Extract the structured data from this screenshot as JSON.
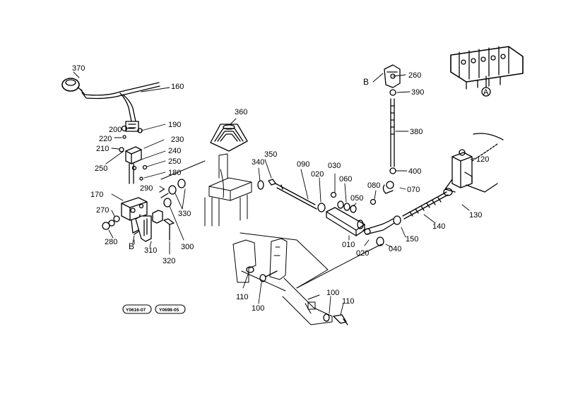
{
  "diagram": {
    "ink_color": "#000000",
    "background": "#ffffff",
    "part_labels": {
      "p370": "370",
      "p160": "160",
      "p190": "190",
      "p200": "200",
      "p220": "220",
      "p230": "230",
      "p210": "210",
      "p240": "240",
      "p250a": "250",
      "p250b": "250",
      "p180": "180",
      "p290": "290",
      "p170": "170",
      "p330": "330",
      "p270": "270",
      "p280": "280",
      "p310": "310",
      "p300": "300",
      "p320": "320",
      "p360": "360",
      "p350": "350",
      "p340": "340",
      "p090": "090",
      "p020a": "020",
      "p030": "030",
      "p060": "060",
      "p050": "050",
      "p080": "080",
      "p070": "070",
      "p010": "010",
      "p020b": "020",
      "p040": "040",
      "p150": "150",
      "p140": "140",
      "p130": "130",
      "p120": "120",
      "p260": "260",
      "p390": "390",
      "p380": "380",
      "p400": "400",
      "p110a": "110",
      "p100a": "100",
      "p100b": "100",
      "p110b": "110"
    },
    "callout_markers": {
      "b_top": "B",
      "b_bottom": "B",
      "a_circle": "A"
    },
    "figure_codes": [
      "Y0616-07",
      "Y0698-05"
    ]
  }
}
